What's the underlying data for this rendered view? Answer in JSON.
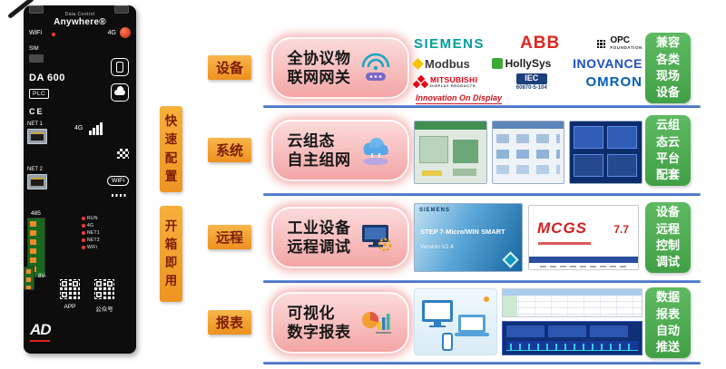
{
  "palette": {
    "orange": "#f09c2e",
    "pink": "#f5abab",
    "green": "#4fae53",
    "blue_line": "#4a74c9",
    "red": "#e1251b",
    "teal": "#009e9e"
  },
  "device": {
    "brand_top": "Data Control",
    "brand": "Anywhere®",
    "wifi": "WiFi",
    "g4": "4G",
    "sim": "SIM",
    "model": "DA 600",
    "plc": "PLC",
    "ce": "CE",
    "net1": "NET 1",
    "net2": "NET 2",
    "wifi_badge": "WiFi",
    "rs485": "485",
    "leds": [
      "RUN",
      "4G",
      "NET1",
      "NET2",
      "WiFi"
    ],
    "power": "8V-",
    "qr_app_label": "APP",
    "qr_wechat_label": "公众号",
    "logo": "AD"
  },
  "bracket": {
    "top": "快速配置",
    "bottom": "开箱即用"
  },
  "rows": [
    {
      "category": "设备",
      "feature_line1": "全协议物",
      "feature_line2": "联网网关",
      "benefit": "兼容各类现场设备"
    },
    {
      "category": "系统",
      "feature_line1": "云组态",
      "feature_line2": "自主组网",
      "benefit": "云组态云平台配套"
    },
    {
      "category": "远程",
      "feature_line1": "工业设备",
      "feature_line2": "远程调试",
      "benefit": "设备远程控制调试"
    },
    {
      "category": "报表",
      "feature_line1": "可视化",
      "feature_line2": "数字报表",
      "benefit": "数据报表自动推送"
    }
  ],
  "logos": {
    "siemens": "SIEMENS",
    "abb": "ABB",
    "opc": "OPC",
    "opc_sub": "FOUNDATION",
    "modbus": "Modbus",
    "hollysys": "HollySys",
    "inovance": "INOVANCE",
    "mitsubishi": "MITSUBISHI",
    "mitsubishi_sub": "DISPLAY PRODUCTS",
    "iec": "IEC",
    "iec_sub": "60870-5-104",
    "omron": "OMRON",
    "tagline": "Innovation On Display"
  },
  "software": {
    "step7_brand": "SIEMENS",
    "step7_title": "STEP 7-Micro/WIN SMART",
    "step7_version": "Version V2.4",
    "mcgs": "MCGS",
    "mcgs_version": "7.7"
  }
}
